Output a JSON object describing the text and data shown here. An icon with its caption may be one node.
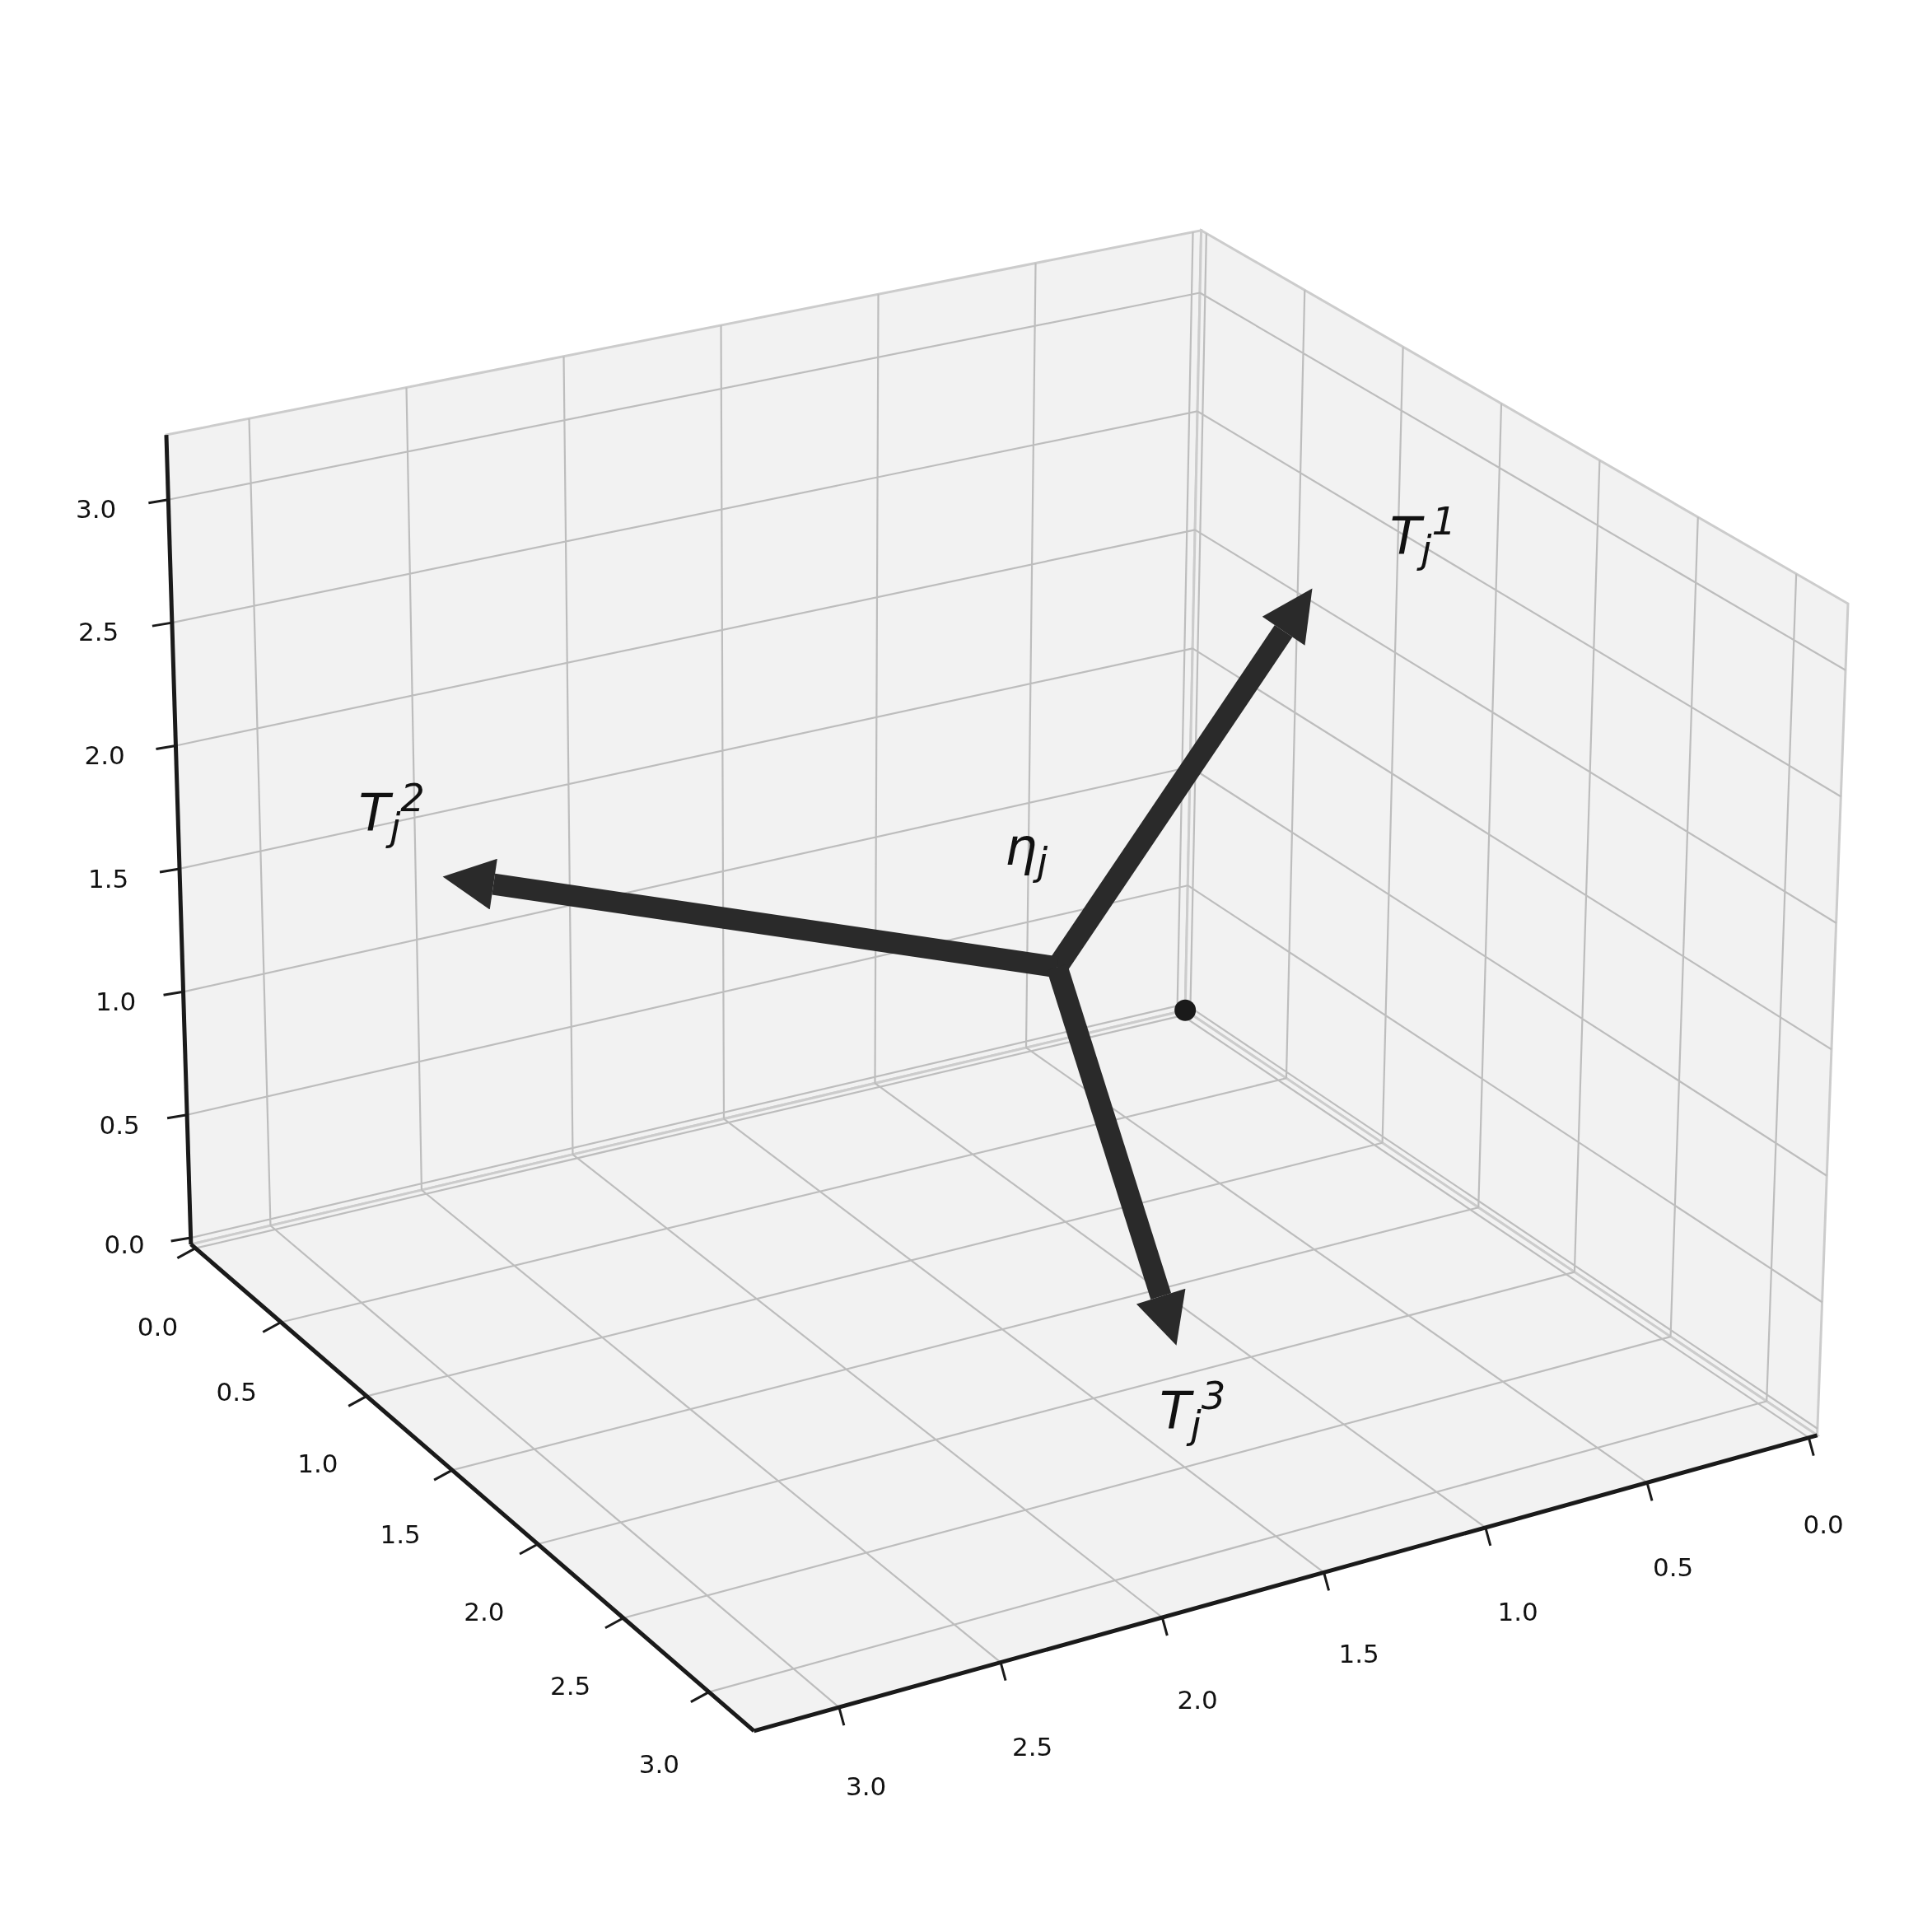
{
  "diagram": {
    "nodes": [
      {
        "text": [
          "T$_{j}$$^{1}$"
        ]
      },
      {
        "text": [
          "T$_{j}$$^{2}$"
        ]
      },
      {
        "text": [
          "T$_{j}$$^{3}$"
        ]
      }
    ],
    "edges": [
      {
        "from": null,
        "to": 0,
        "arrow": "to"
      },
      {
        "from": null,
        "to": 1,
        "arrow": "to"
      },
      {
        "from": null,
        "to": 2,
        "arrow": "to"
      }
    ],
    "labels": [
      "η$_{j}$",
      "3.0",
      "2.5",
      "2.0",
      "1.5",
      "1.0",
      "0.5",
      "0.0",
      "0.0",
      "0.5",
      "1.0",
      "1.5",
      "2.0",
      "2.5",
      "3.0",
      "0.0",
      "0.5",
      "1.0",
      "1.5",
      "2.0",
      "2.5",
      "3.0"
    ]
  }
}
